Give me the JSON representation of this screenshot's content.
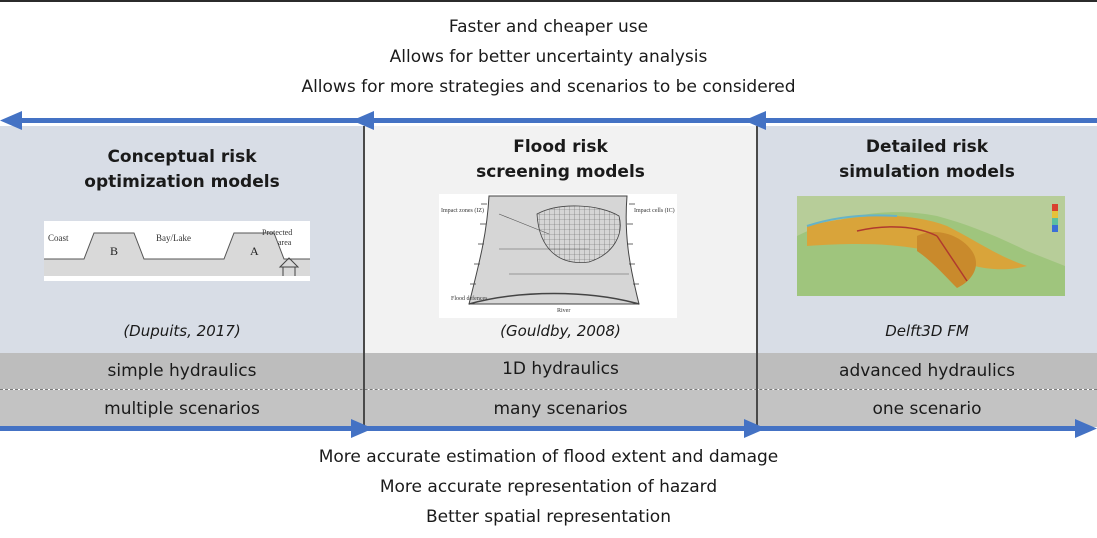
{
  "header_lines": [
    "Faster and cheaper use",
    "Allows for better uncertainty analysis",
    "Allows for more strategies and scenarios to be considered"
  ],
  "footer_lines": [
    "More accurate estimation of flood extent and damage",
    "More accurate representation of hazard",
    "Better spatial representation"
  ],
  "panels": [
    {
      "title_line1": "Conceptual risk",
      "title_line2": "optimization models",
      "citation_pre": "(",
      "citation_em": "Dupuits, 2017)",
      "hydraulics": "simple hydraulics",
      "scenarios": "multiple scenarios",
      "figure": {
        "coast": "Coast",
        "bay_lake": "Bay/Lake",
        "protected": "Protected",
        "area": "area",
        "b": "B",
        "a": "A"
      }
    },
    {
      "title_line1": "Flood risk",
      "title_line2": "screening models",
      "citation_pre": "",
      "citation_em": "(Gouldby, 2008)",
      "hydraulics": "1D hydraulics",
      "scenarios": "many scenarios",
      "figure": {
        "impact_zones": "Impact zones (IZ)",
        "impact_cells": "Impact cells (IC)",
        "flood_defences": "Flood defences",
        "river": "River"
      }
    },
    {
      "title_line1": "Detailed risk",
      "title_line2": "simulation models",
      "citation_pre": "",
      "citation_em": "Delft3D FM",
      "hydraulics": "advanced hydraulics",
      "scenarios": "one scenario"
    }
  ],
  "colors": {
    "arrow": "#4472c4",
    "panel_blue": "#d8dde6",
    "panel_grey": "#f2f2f2",
    "strip": "#bdbdbd"
  }
}
